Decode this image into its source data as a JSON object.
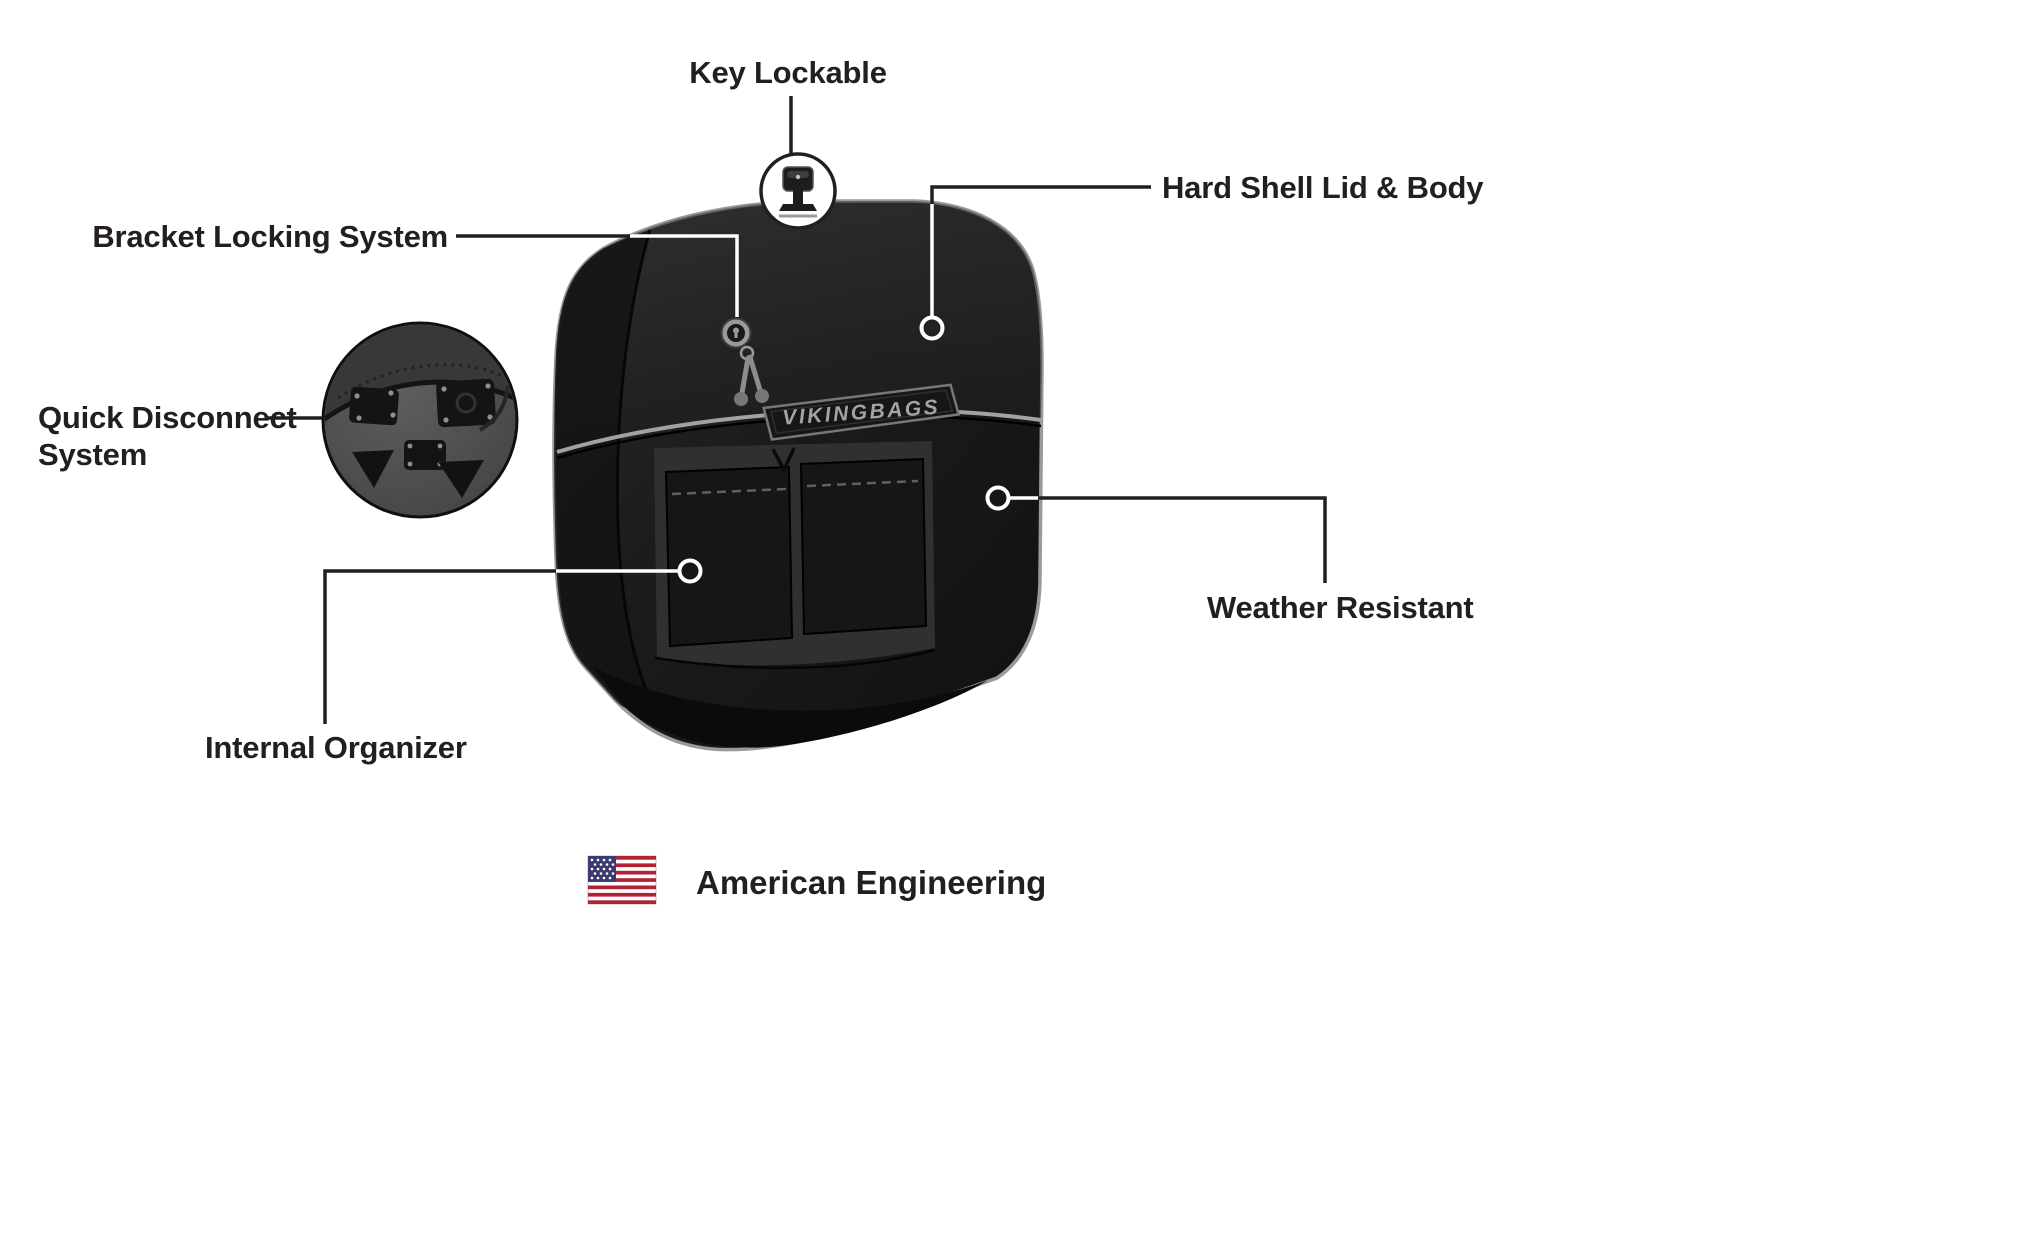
{
  "callouts": {
    "key_lockable": {
      "label": "Key Lockable"
    },
    "hard_shell": {
      "label": "Hard Shell Lid & Body"
    },
    "bracket_locking": {
      "label": "Bracket Locking System"
    },
    "quick_disconnect": {
      "line1": "Quick Disconnect",
      "line2": "System"
    },
    "internal_organizer": {
      "label": "Internal Organizer"
    },
    "weather_resistant": {
      "label": "Weather Resistant"
    }
  },
  "product": {
    "brand_logo": "VIKINGBAGS"
  },
  "footer": {
    "label": "American Engineering"
  },
  "colors": {
    "text": "#231f20",
    "callout_line": "#231f20",
    "bag_outline": "#9a9a9a",
    "bag_body": "#1c1c1c",
    "flag_red": "#b22234",
    "flag_blue": "#3c3b6e"
  }
}
